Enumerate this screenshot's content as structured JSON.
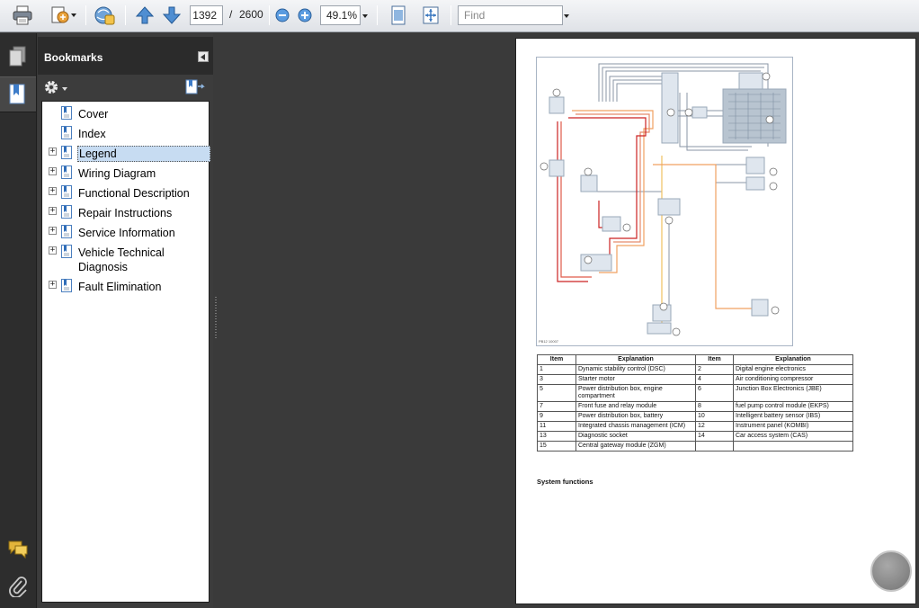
{
  "toolbar": {
    "page_current": "1392",
    "page_separator": "/",
    "page_total": "2600",
    "zoom": "49.1%",
    "find_placeholder": "Find",
    "icons": [
      "print-icon",
      "create-icon",
      "share-icon",
      "previous-page-icon",
      "next-page-icon",
      "zoom-out-icon",
      "zoom-in-icon",
      "fit-page-icon",
      "fit-width-icon"
    ]
  },
  "bookmarks": {
    "title": "Bookmarks",
    "items": [
      {
        "label": "Cover",
        "expandable": false
      },
      {
        "label": "Index",
        "expandable": false
      },
      {
        "label": "Legend",
        "expandable": true,
        "selected": true
      },
      {
        "label": "Wiring Diagram",
        "expandable": true
      },
      {
        "label": "Functional Description",
        "expandable": true
      },
      {
        "label": "Repair Instructions",
        "expandable": true
      },
      {
        "label": "Service Information",
        "expandable": true
      },
      {
        "label": "Vehicle Technical Diagnosis",
        "expandable": true
      },
      {
        "label": "Fault Elimination",
        "expandable": true
      }
    ]
  },
  "document": {
    "diagram_id": "PB12 10007",
    "table_headers": [
      "Item",
      "Explanation",
      "Item",
      "Explanation"
    ],
    "rows": [
      [
        "1",
        "Dynamic stability control (DSC)",
        "2",
        "Digital engine electronics"
      ],
      [
        "3",
        "Starter motor",
        "4",
        "Air conditioning compressor"
      ],
      [
        "5",
        "Power distribution box, engine compartment",
        "6",
        "Junction Box Electronics (JBE)"
      ],
      [
        "7",
        "Front fuse and relay module",
        "8",
        "fuel pump control module (EKPS)"
      ],
      [
        "9",
        "Power distribution box, battery",
        "10",
        "Intelligent battery sensor (IBS)"
      ],
      [
        "11",
        "Integrated chassis management (ICM)",
        "12",
        "Instrument panel (KOMBI)"
      ],
      [
        "13",
        "Diagnostic socket",
        "14",
        "Car access system (CAS)"
      ],
      [
        "15",
        "Central gateway module (ZGM)",
        "",
        ""
      ]
    ],
    "section_heading": "System functions"
  },
  "colors": {
    "toolbar_bg": "#e4e7eb",
    "dark_bg": "#3a3a3a",
    "panel_head": "#2b2b2b",
    "selection": "#c7dcf2",
    "wire_red": "#cc2222",
    "wire_orange": "#f0a060",
    "wire_grey": "#8a96a6"
  }
}
